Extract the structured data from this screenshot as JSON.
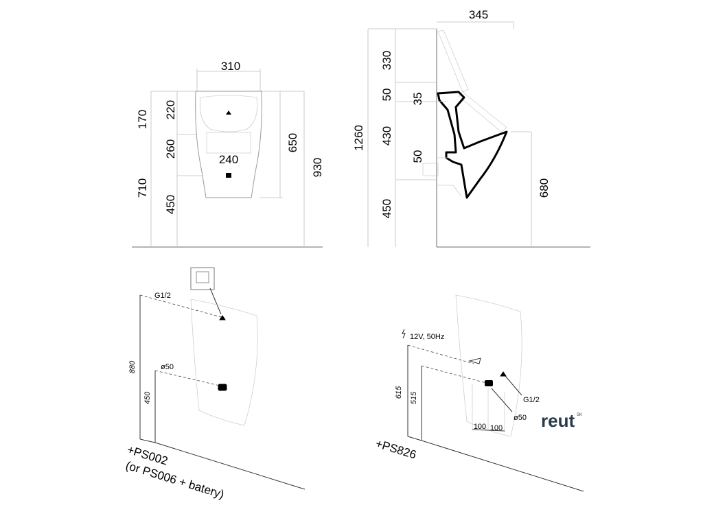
{
  "front_view": {
    "width": "310",
    "left_dims": [
      "170",
      "710"
    ],
    "inner_dims": [
      "220",
      "260",
      "450"
    ],
    "center_dim": "240",
    "right_dims": [
      "650",
      "930"
    ]
  },
  "side_view": {
    "depth": "345",
    "total_height": "1260",
    "stack_dims": [
      "330",
      "50",
      "430",
      "450"
    ],
    "inlet_dims": [
      "35",
      "50"
    ],
    "rim_height": "680"
  },
  "install_left": {
    "inlet_label": "G1/2",
    "drain_label": "ø50",
    "height_outer": "880",
    "height_inner": "450",
    "accessory_line1": "+PS002",
    "accessory_line2": "(or PS006 + batery)"
  },
  "install_right": {
    "power_label": "12V, 50Hz",
    "inlet_label": "G1/2",
    "drain_label": "ø50",
    "height_outer": "615",
    "height_inner": "515",
    "spacing_left": "100",
    "spacing_right": "100",
    "accessory_line1": "+PS826"
  },
  "brand": {
    "name": "reut",
    "superscript": "SK"
  },
  "icons": {
    "lightning": "lightning-icon",
    "sensor": "sensor-triangle-icon",
    "drain": "drain-square-icon",
    "flush_plate": "flush-plate-icon"
  }
}
